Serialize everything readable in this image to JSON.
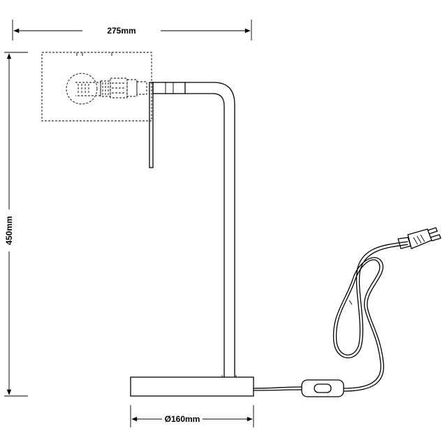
{
  "dimensions": {
    "width": "275mm",
    "height": "450mm",
    "base_diameter": "Ø160mm"
  }
}
